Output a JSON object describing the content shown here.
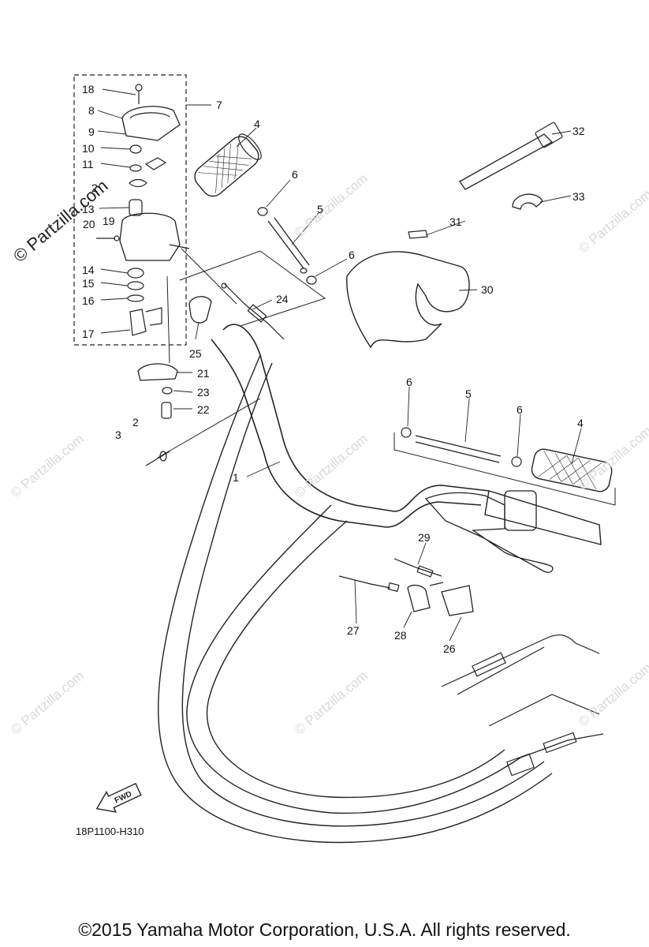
{
  "diagram": {
    "code": "18P1100-H310",
    "copyright": "©2015 Yamaha Motor Corporation, U.S.A. All rights reserved.",
    "fwd_label": "FWD",
    "watermark_main": "© Partzilla.com",
    "watermark_faint": "© Partzilla.com",
    "callouts": {
      "c1": "1",
      "c2": "2",
      "c2b": "2",
      "c3": "3",
      "c4": "4",
      "c4b": "4",
      "c5": "5",
      "c5b": "5",
      "c6a": "6",
      "c6b": "6",
      "c6c": "6",
      "c6d": "6",
      "c7": "7",
      "c8": "8",
      "c9": "9",
      "c10": "10",
      "c11": "11",
      "c13": "13",
      "c14": "14",
      "c15": "15",
      "c16": "16",
      "c17": "17",
      "c18": "18",
      "c19": "19",
      "c20": "20",
      "c21": "21",
      "c22": "22",
      "c23": "23",
      "c24": "24",
      "c25": "25",
      "c26": "26",
      "c27": "27",
      "c28": "28",
      "c29": "29",
      "c30": "30",
      "c31": "31",
      "c32": "32",
      "c33": "33"
    }
  }
}
